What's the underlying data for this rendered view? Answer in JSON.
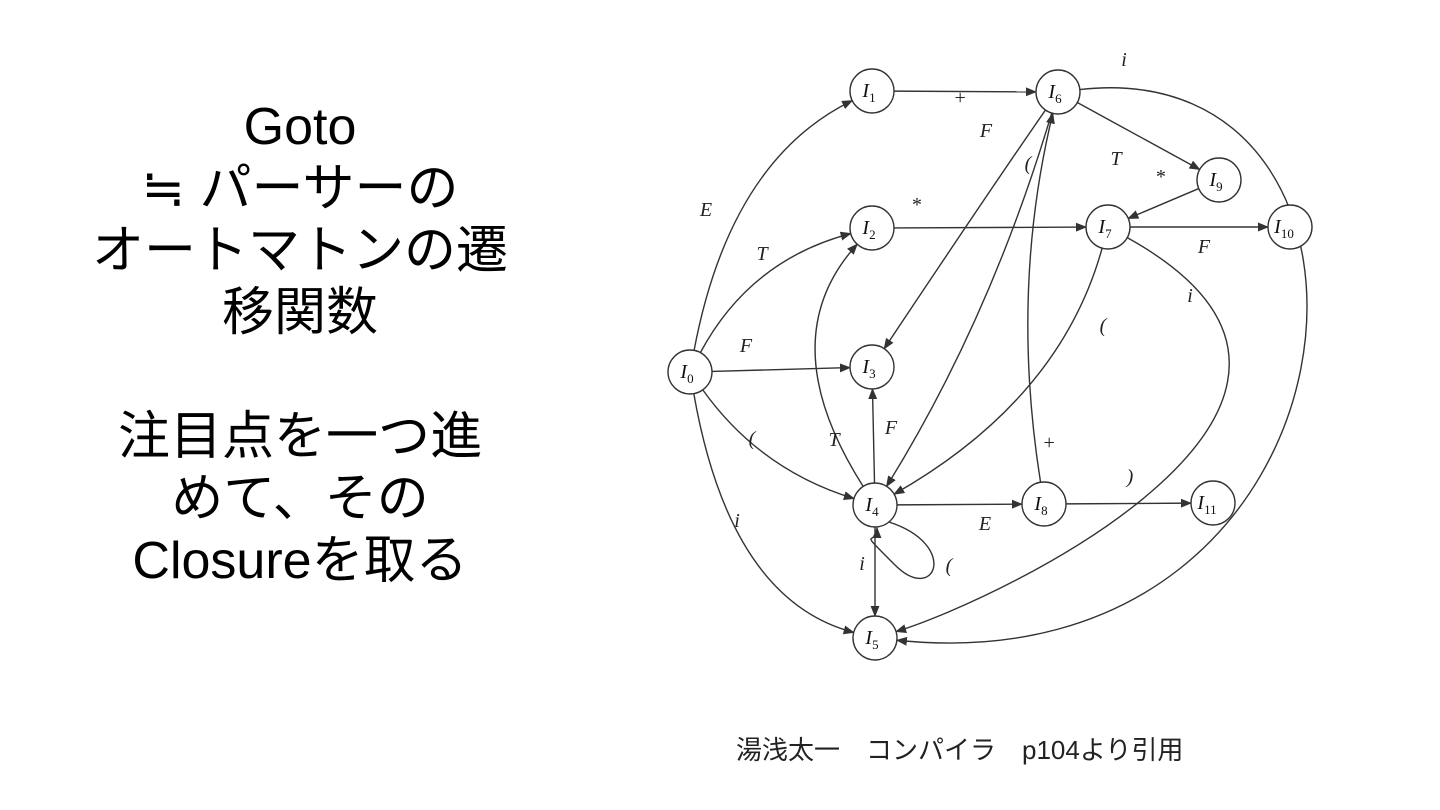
{
  "slide": {
    "title_lines": [
      "Goto",
      "≒ パーサーの",
      "オートマトンの遷",
      "移関数"
    ],
    "body_lines": [
      "注目点を一つ進",
      "めて、その",
      "Closureを取る"
    ],
    "caption": "湯浅太一　コンパイラ　p104より引用"
  },
  "diagram": {
    "nodes": [
      {
        "id": "I0",
        "letter": "I",
        "sub": "0"
      },
      {
        "id": "I1",
        "letter": "I",
        "sub": "1"
      },
      {
        "id": "I2",
        "letter": "I",
        "sub": "2"
      },
      {
        "id": "I3",
        "letter": "I",
        "sub": "3"
      },
      {
        "id": "I4",
        "letter": "I",
        "sub": "4"
      },
      {
        "id": "I5",
        "letter": "I",
        "sub": "5"
      },
      {
        "id": "I6",
        "letter": "I",
        "sub": "6"
      },
      {
        "id": "I7",
        "letter": "I",
        "sub": "7"
      },
      {
        "id": "I8",
        "letter": "I",
        "sub": "8"
      },
      {
        "id": "I9",
        "letter": "I",
        "sub": "9"
      },
      {
        "id": "I10",
        "letter": "I",
        "sub": "10"
      },
      {
        "id": "I11",
        "letter": "I",
        "sub": "11"
      }
    ],
    "edges": [
      {
        "from": "I0",
        "to": "I1",
        "label": "E"
      },
      {
        "from": "I0",
        "to": "I2",
        "label": "T"
      },
      {
        "from": "I0",
        "to": "I3",
        "label": "F"
      },
      {
        "from": "I0",
        "to": "I4",
        "label": "("
      },
      {
        "from": "I0",
        "to": "I5",
        "label": "i"
      },
      {
        "from": "I1",
        "to": "I6",
        "label": "+"
      },
      {
        "from": "I2",
        "to": "I7",
        "label": "*"
      },
      {
        "from": "I6",
        "to": "I9",
        "label": "T"
      },
      {
        "from": "I6",
        "to": "I3",
        "label": "F"
      },
      {
        "from": "I6",
        "to": "I4",
        "label": "("
      },
      {
        "from": "I6",
        "to": "I5",
        "label": "i"
      },
      {
        "from": "I9",
        "to": "I7",
        "label": "*"
      },
      {
        "from": "I7",
        "to": "I10",
        "label": "F"
      },
      {
        "from": "I7",
        "to": "I4",
        "label": "("
      },
      {
        "from": "I7",
        "to": "I5",
        "label": "i"
      },
      {
        "from": "I4",
        "to": "I8",
        "label": "E"
      },
      {
        "from": "I4",
        "to": "I2",
        "label": "T"
      },
      {
        "from": "I4",
        "to": "I3",
        "label": "F"
      },
      {
        "from": "I4",
        "to": "I5",
        "label": "i"
      },
      {
        "from": "I4",
        "to": "I4",
        "label": "("
      },
      {
        "from": "I8",
        "to": "I6",
        "label": "+"
      },
      {
        "from": "I8",
        "to": "I11",
        "label": ")"
      }
    ]
  }
}
